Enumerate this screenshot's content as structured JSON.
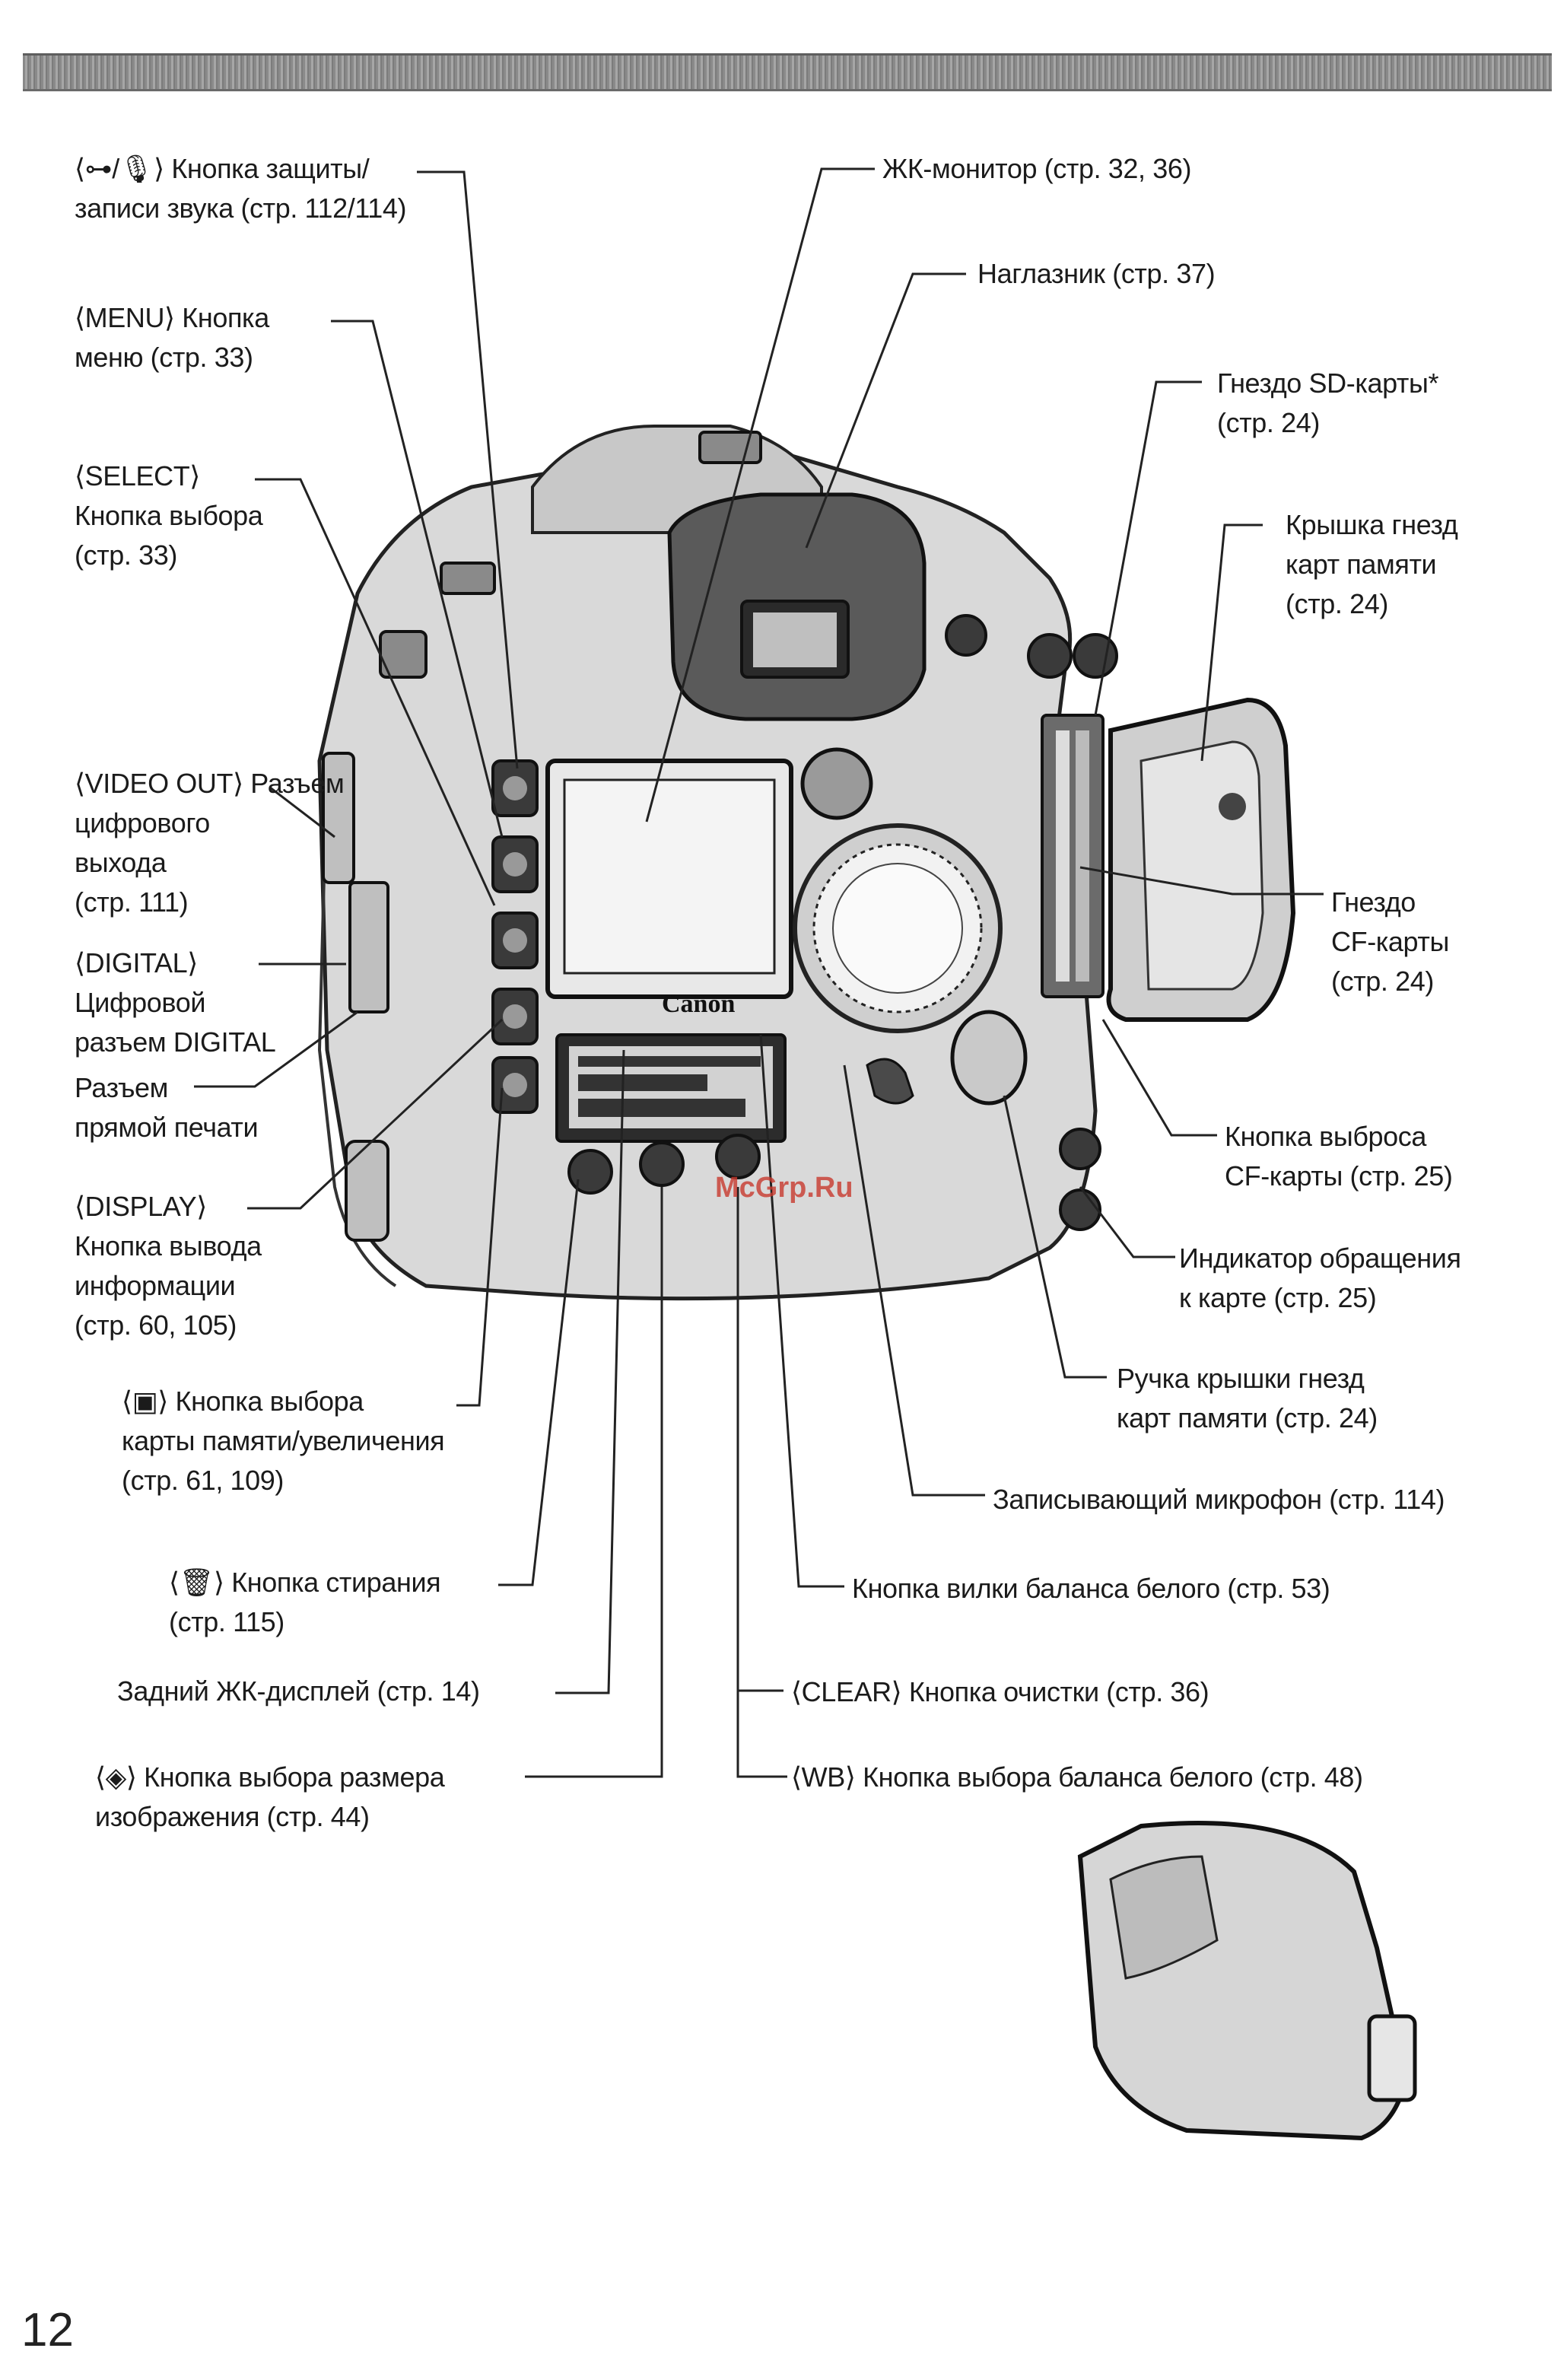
{
  "page_number": "12",
  "watermark": "McGrp.Ru",
  "labels_left": [
    {
      "id": "protect",
      "text": "⟨⊶/🎙⟩ Кнопка защиты/\nзаписи звука (стр. 112/114)"
    },
    {
      "id": "menu",
      "text": "⟨MENU⟩ Кнопка\nменю (стр. 33)"
    },
    {
      "id": "select",
      "text": "⟨SELECT⟩\nКнопка выбора\n(стр. 33)"
    },
    {
      "id": "video",
      "text": "⟨VIDEO OUT⟩ Разъем\nцифрового\nвыхода\n(стр. 111)"
    },
    {
      "id": "digital",
      "text": "⟨DIGITAL⟩\nЦифровой\nразъем DIGITAL"
    },
    {
      "id": "print",
      "text": "Разъем\nпрямой печати"
    },
    {
      "id": "display",
      "text": "⟨DISPLAY⟩\nКнопка вывода\nинформации\n(стр. 60, 105)"
    },
    {
      "id": "card",
      "text": "⟨▣⟩ Кнопка выбора\nкарты памяти/увеличения\n(стр. 61, 109)"
    },
    {
      "id": "erase",
      "text": "⟨🗑⟩ Кнопка стирания\n(стр. 115)"
    },
    {
      "id": "rear_lcd",
      "text": "Задний ЖК-дисплей (стр. 14)"
    },
    {
      "id": "size",
      "text": "⟨◈⟩ Кнопка выбора размера\nизображения (стр. 44)"
    }
  ],
  "labels_right": [
    {
      "id": "lcd",
      "text": "ЖК-монитор (стр. 32, 36)"
    },
    {
      "id": "eyecup",
      "text": "Наглазник (стр. 37)"
    },
    {
      "id": "sd",
      "text": "Гнездо SD-карты*\n(стр. 24)"
    },
    {
      "id": "cover",
      "text": "Крышка гнезд\nкарт памяти\n(стр. 24)"
    },
    {
      "id": "cf",
      "text": "Гнездо\nCF-карты\n(стр. 24)"
    },
    {
      "id": "eject",
      "text": "Кнопка выброса\nCF-карты (стр. 25)"
    },
    {
      "id": "access",
      "text": "Индикатор обращения\nк карте (стр. 25)"
    },
    {
      "id": "handle",
      "text": "Ручка крышки гнезд\nкарт памяти (стр. 24)"
    },
    {
      "id": "mic",
      "text": "Записывающий микрофон (стр. 114)"
    },
    {
      "id": "wbb",
      "text": "Кнопка вилки баланса белого (стр. 53)"
    },
    {
      "id": "clear",
      "text": "⟨CLEAR⟩ Кнопка очистки (стр. 36)"
    },
    {
      "id": "wb",
      "text": "⟨WB⟩ Кнопка выбора баланса белого (стр. 48)"
    }
  ],
  "camera": {
    "brand": "Canon"
  }
}
